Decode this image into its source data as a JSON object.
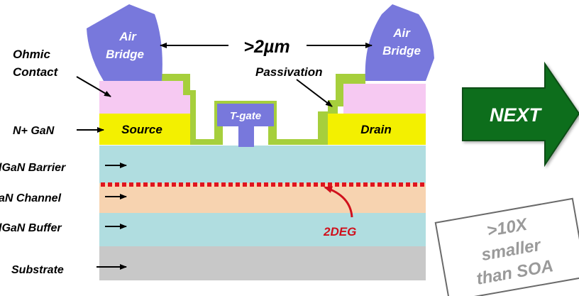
{
  "layers": {
    "substrate": "Substrate",
    "buffer": "lGaN Buffer",
    "channel": "aN Channel",
    "barrier": "lGaN Barrier",
    "n_plus": "N+ GaN"
  },
  "regions": {
    "source": "Source",
    "drain": "Drain",
    "gate": "T-gate"
  },
  "callouts": {
    "ohmic_line1": "Ohmic",
    "ohmic_line2": "Contact",
    "passivation": "Passivation",
    "two_deg": "2DEG",
    "spacing": ">2µm",
    "air_bridge_left_line1": "Air",
    "air_bridge_left_line2": "Bridge",
    "air_bridge_right_line1": "Air",
    "air_bridge_right_line2": "Bridge"
  },
  "next_button": {
    "label": "NEXT"
  },
  "note_box": {
    "line1": ">10X",
    "line2": "smaller",
    "line3": "than SOA"
  },
  "colors": {
    "substrate": "#c8c8c8",
    "buffer": "#b0dde0",
    "channel": "#f7d3b0",
    "barrier": "#b0dde0",
    "contact_yellow": "#f3f000",
    "ohmic_pink": "#f6c9f2",
    "passivation_green": "#a6cf3c",
    "air_bridge": "#7878dc",
    "two_deg": "#e0141e",
    "next_arrow": "#0f6e1e"
  }
}
